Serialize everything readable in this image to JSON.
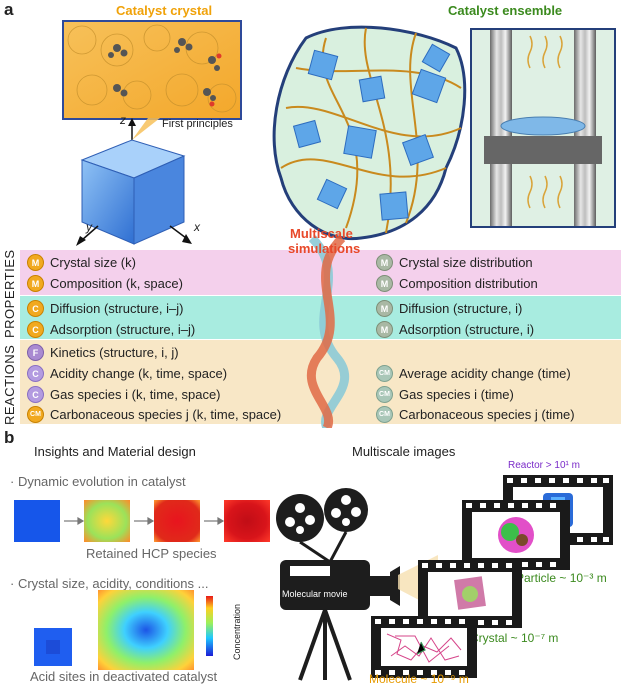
{
  "panel_a": {
    "letter": "a",
    "catalyst_crystal": "Catalyst crystal",
    "catalyst_ensemble": "Catalyst ensemble",
    "first_principles": "First principles",
    "axes": {
      "z": "z",
      "y": "y",
      "x": "x"
    },
    "multiscale_line1": "Multiscale",
    "multiscale_line2": "simulations",
    "side_labels": {
      "properties": "PROPERTIES",
      "reactions": "REACTIONS"
    },
    "left_rows": [
      {
        "badge": "M",
        "text": "Crystal size (k)"
      },
      {
        "badge": "M",
        "text": "Composition (k, space)"
      },
      {
        "badge": "C",
        "text": "Diffusion (structure, i–j)"
      },
      {
        "badge": "C",
        "text": "Adsorption (structure, i–j)"
      },
      {
        "badge": "F",
        "text": "Kinetics (structure, i, j)"
      },
      {
        "badge": "C",
        "text": "Acidity change (k, time, space)"
      },
      {
        "badge": "C",
        "text": "Gas species i (k, time, space)"
      },
      {
        "badge": "CM",
        "text": "Carbonaceous species j (k, time, space)"
      }
    ],
    "right_rows": [
      {
        "badge": "M",
        "text": "Crystal size distribution"
      },
      {
        "badge": "M",
        "text": "Composition distribution"
      },
      {
        "badge": "M",
        "text": "Diffusion (structure, i)"
      },
      {
        "badge": "M",
        "text": "Adsorption (structure, i)"
      },
      {
        "badge": "CM",
        "text": "Average acidity change (time)"
      },
      {
        "badge": "CM",
        "text": "Gas species i (time)"
      },
      {
        "badge": "CM",
        "text": "Carbonaceous species j (time)"
      }
    ]
  },
  "panel_b": {
    "letter": "b",
    "insights_title": "Insights and Material design",
    "multiscale_images": "Multiscale images",
    "dynamic_evolution": "· Dynamic evolution in catalyst",
    "retained_hcp": "Retained HCP species",
    "crystal_size_conditions": "· Crystal size, acidity, conditions ...",
    "concentration": "Concentration",
    "acid_sites": "Acid sites in deactivated catalyst",
    "molecular_movie": "Molecular movie",
    "reactor": "Reactor > 10¹ m",
    "particle": "Particle ~ 10⁻³ m",
    "crystal": "Crystal ~ 10⁻⁷ m",
    "molecule": "Molecule ~ 10⁻⁹ m"
  },
  "colors": {
    "pink_band": "#f4d0ec",
    "cyan_band": "#a8ece0",
    "tan_band": "#f8e7c6",
    "orange_header": "#f0a20a",
    "green_header": "#3b8a1e",
    "multiscale_red": "#e8492a",
    "purple_label": "#7b2cc9",
    "green_label": "#3b8a1e",
    "orange_label": "#e69a00"
  }
}
